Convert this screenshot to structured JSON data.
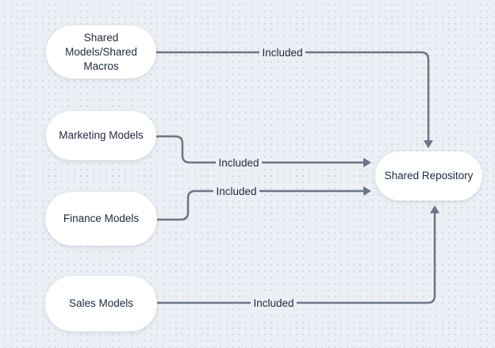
{
  "diagram": {
    "nodes": [
      {
        "id": "shared-models-shared-macros",
        "lines": [
          "Shared",
          "Models/Shared",
          "Macros"
        ]
      },
      {
        "id": "marketing-models",
        "lines": [
          "Marketing Models"
        ]
      },
      {
        "id": "finance-models",
        "lines": [
          "Finance Models"
        ]
      },
      {
        "id": "sales-models",
        "lines": [
          "Sales Models"
        ]
      },
      {
        "id": "shared-repository",
        "lines": [
          "Shared Repository"
        ]
      }
    ],
    "edges": [
      {
        "from": "Shared Models/Shared Macros",
        "to": "Shared Repository",
        "label": "Included"
      },
      {
        "from": "Marketing Models",
        "to": "Shared Repository",
        "label": "Included"
      },
      {
        "from": "Finance Models",
        "to": "Shared Repository",
        "label": "Included"
      },
      {
        "from": "Sales Models",
        "to": "Shared Repository",
        "label": "Included"
      }
    ],
    "colors": {
      "background": "#ecf0f5",
      "grid_dot": "#d2d8e2",
      "node_fill": "#ffffff",
      "edge": "#6b7585",
      "text": "#1e2a3a"
    }
  }
}
